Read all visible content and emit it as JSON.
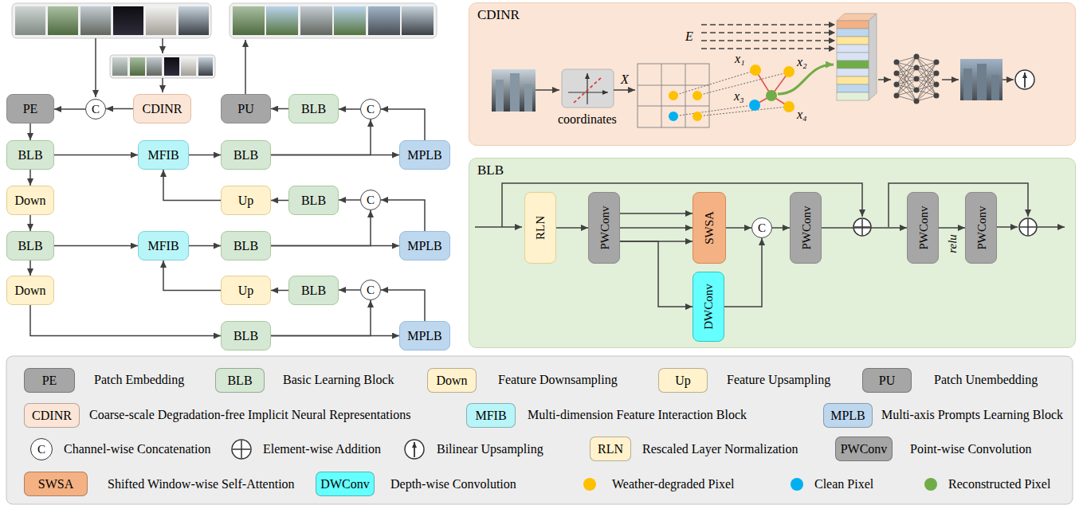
{
  "diagram": {
    "nodes": [
      {
        "text": [
          "PE"
        ]
      },
      {
        "text": [
          "C"
        ]
      },
      {
        "text": [
          "CDINR"
        ]
      },
      {
        "text": [
          "PU"
        ]
      },
      {
        "text": [
          "BLB"
        ]
      },
      {
        "text": [
          "C"
        ]
      },
      {
        "text": [
          "BLB"
        ]
      },
      {
        "text": [
          "MFIB"
        ]
      },
      {
        "text": [
          "BLB"
        ]
      },
      {
        "text": [
          "MPLB"
        ]
      },
      {
        "text": [
          "Down"
        ]
      },
      {
        "text": [
          "Up"
        ]
      },
      {
        "text": [
          "BLB"
        ]
      },
      {
        "text": [
          "C"
        ]
      },
      {
        "text": [
          "BLB"
        ]
      },
      {
        "text": [
          "MFIB"
        ]
      },
      {
        "text": [
          "BLB"
        ]
      },
      {
        "text": [
          "MPLB"
        ]
      },
      {
        "text": [
          "Down"
        ]
      },
      {
        "text": [
          "Up"
        ]
      },
      {
        "text": [
          "BLB"
        ]
      },
      {
        "text": [
          "C"
        ]
      },
      {
        "text": [
          "BLB"
        ]
      },
      {
        "text": [
          "MPLB"
        ]
      },
      {
        "text": [
          "CDINR"
        ]
      },
      {
        "text": [
          "BLB"
        ]
      },
      {
        "text": [
          "RLN"
        ],
        "in": 25
      },
      {
        "text": [
          "PWConv"
        ],
        "in": 25
      },
      {
        "text": [
          "SWSA"
        ],
        "in": 25
      },
      {
        "text": [
          "DWConv"
        ],
        "in": 25
      },
      {
        "text": [
          "C"
        ],
        "in": 25
      },
      {
        "text": [
          "PWConv"
        ],
        "in": 25
      },
      {
        "text": [
          "PWConv"
        ],
        "in": 25
      },
      {
        "text": [
          "PWConv"
        ],
        "in": 25
      }
    ],
    "edges": [
      {
        "from": 2,
        "to": 1,
        "arrow": "to"
      },
      {
        "from": 1,
        "to": 0,
        "arrow": "to"
      },
      {
        "from": 0,
        "to": 6,
        "arrow": "to"
      },
      {
        "from": 6,
        "to": 10,
        "arrow": "to"
      },
      {
        "from": 10,
        "to": 14,
        "arrow": "to"
      },
      {
        "from": 14,
        "to": 18,
        "arrow": "to"
      },
      {
        "from": 18,
        "to": 22,
        "arrow": "to"
      },
      {
        "from": 6,
        "to": 7,
        "arrow": "to"
      },
      {
        "from": 7,
        "to": 8,
        "arrow": "to"
      },
      {
        "from": 8,
        "to": 9,
        "arrow": "to"
      },
      {
        "from": 8,
        "to": 5,
        "arrow": "to"
      },
      {
        "from": 9,
        "to": 5,
        "arrow": "to"
      },
      {
        "from": 5,
        "to": 4,
        "arrow": "to"
      },
      {
        "from": 4,
        "to": 3,
        "arrow": "to"
      },
      {
        "from": 11,
        "to": 7,
        "arrow": "to"
      },
      {
        "from": 12,
        "to": 11,
        "arrow": "to"
      },
      {
        "from": 13,
        "to": 12,
        "arrow": "to"
      },
      {
        "from": 16,
        "to": 17,
        "arrow": "to"
      },
      {
        "from": 16,
        "to": 13,
        "arrow": "to"
      },
      {
        "from": 17,
        "to": 13,
        "arrow": "to"
      },
      {
        "from": 14,
        "to": 15,
        "arrow": "to"
      },
      {
        "from": 15,
        "to": 16,
        "arrow": "to"
      },
      {
        "from": 19,
        "to": 15,
        "arrow": "to"
      },
      {
        "from": 20,
        "to": 19,
        "arrow": "to"
      },
      {
        "from": 21,
        "to": 20,
        "arrow": "to"
      },
      {
        "from": 22,
        "to": 23,
        "arrow": "to"
      },
      {
        "from": 22,
        "to": 21,
        "arrow": "to"
      },
      {
        "from": 23,
        "to": 21,
        "arrow": "to"
      },
      {
        "from": 26,
        "to": 27,
        "arrow": "to"
      },
      {
        "from": 27,
        "to": 28,
        "arrow": "to"
      },
      {
        "from": 27,
        "to": 28,
        "arrow": "to"
      },
      {
        "from": 27,
        "to": 28,
        "arrow": "to"
      },
      {
        "from": 27,
        "to": 29,
        "arrow": "to"
      },
      {
        "from": 28,
        "to": 30,
        "arrow": "to"
      },
      {
        "from": 29,
        "to": 30,
        "arrow": "to"
      },
      {
        "from": 30,
        "to": 31,
        "arrow": "to"
      },
      {
        "from": 31,
        "to": 32,
        "arrow": "to"
      },
      {
        "from": 32,
        "to": 33,
        "arrow": "to",
        "label": "relu"
      }
    ],
    "labels": [
      "E",
      "X",
      "coordinates",
      "x₁",
      "x₂",
      "x₃",
      "x₄",
      "PE",
      "BLB",
      "Down",
      "Up",
      "PU",
      "CDINR",
      "MFIB",
      "MPLB",
      "C",
      "RLN",
      "PWConv",
      "SWSA",
      "DWConv"
    ],
    "legend": [
      {
        "text": "Patch Embedding",
        "color": "#a6a6a6"
      },
      {
        "text": "Basic Learning Block",
        "color": "#d5e8d4"
      },
      {
        "text": "Feature Downsampling",
        "color": "#fff2cc"
      },
      {
        "text": "Feature Upsampling",
        "color": "#fff2cc"
      },
      {
        "text": "Patch Unembedding",
        "color": "#a6a6a6"
      },
      {
        "text": "Coarse-scale Degradation-free Implicit Neural Representations",
        "color": "#fbe5d6"
      },
      {
        "text": "Multi-dimension Feature Interaction Block",
        "color": "#b8f5f8"
      },
      {
        "text": "Multi-axis Prompts Learning Block",
        "color": "#bdd7ee"
      },
      {
        "text": "Channel-wise Concatenation"
      },
      {
        "text": "Element-wise Addition"
      },
      {
        "text": "Bilinear Upsampling"
      },
      {
        "text": "Rescaled Layer Normalization",
        "color": "#fff2cc"
      },
      {
        "text": "Point-wise Convolution",
        "color": "#a6a6a6"
      },
      {
        "text": "Shifted Window-wise Self-Attention",
        "color": "#f4b183"
      },
      {
        "text": "Depth-wise Convolution",
        "color": "#66ffff"
      },
      {
        "text": "Weather-degraded Pixel",
        "color": "#ffc000"
      },
      {
        "text": "Clean Pixel",
        "color": "#00b0f0"
      },
      {
        "text": "Reconstructed Pixel",
        "color": "#70ad47"
      }
    ]
  }
}
